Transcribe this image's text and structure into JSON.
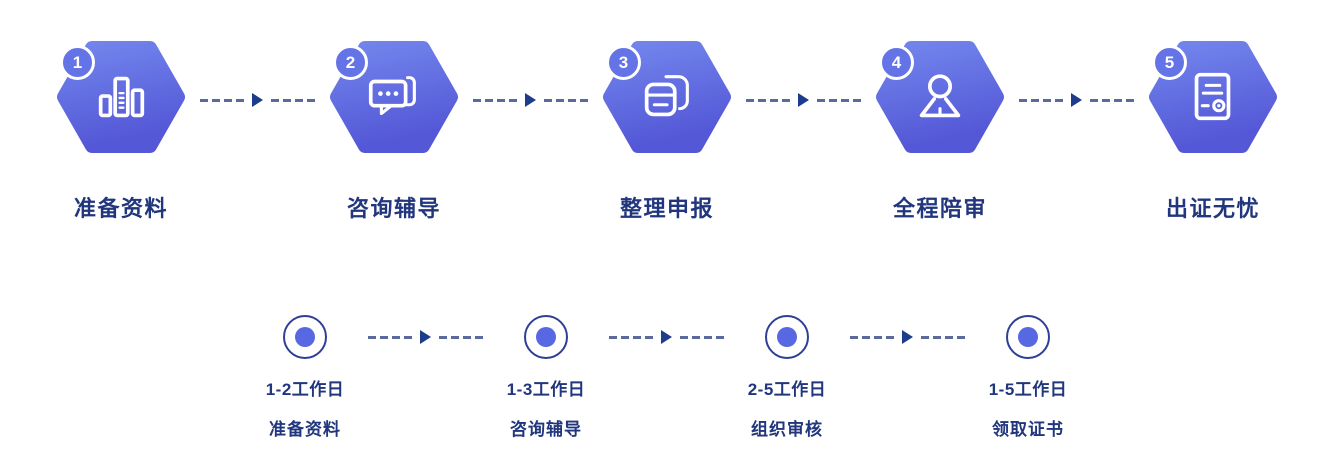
{
  "steps": [
    {
      "number": "1",
      "icon": "bar-chart-icon",
      "label": "准备资料"
    },
    {
      "number": "2",
      "icon": "chat-bubbles-icon",
      "label": "咨询辅导"
    },
    {
      "number": "3",
      "icon": "documents-icon",
      "label": "整理申报"
    },
    {
      "number": "4",
      "icon": "person-icon",
      "label": "全程陪审"
    },
    {
      "number": "5",
      "icon": "certificate-icon",
      "label": "出证无忧"
    }
  ],
  "timeline": [
    {
      "duration": "1-2工作日",
      "label": "准备资料"
    },
    {
      "duration": "1-3工作日",
      "label": "咨询辅导"
    },
    {
      "duration": "2-5工作日",
      "label": "组织审核"
    },
    {
      "duration": "1-5工作日",
      "label": "领取证书"
    }
  ],
  "colors": {
    "hex_gradient_start": "#7285EC",
    "hex_gradient_end": "#5458D7",
    "badge_fill": "#6474E6",
    "text": "#21367D",
    "dash": "#5B6A9D",
    "arrow": "#1E3C8C",
    "dot_inner": "#5768E2",
    "dot_ring": "#2E3F95"
  }
}
